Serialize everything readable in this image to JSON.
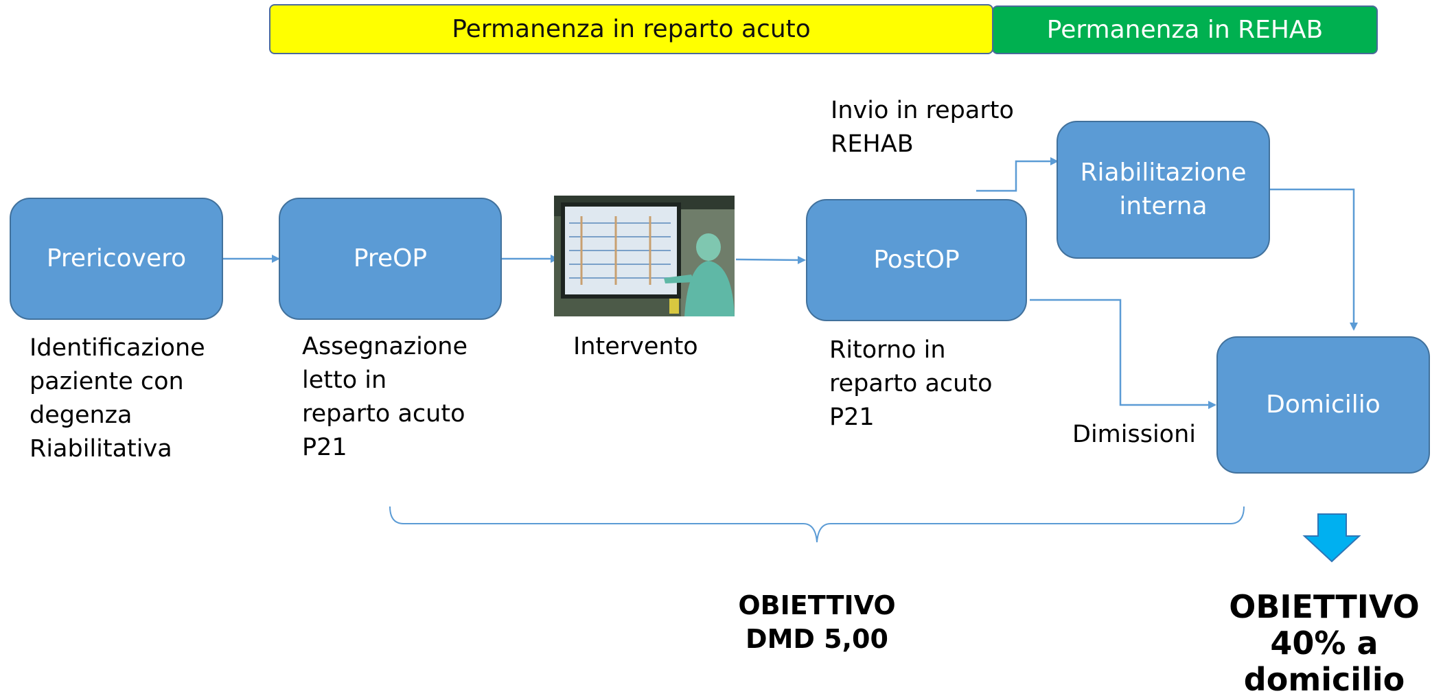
{
  "bands": {
    "acute": "Permanenza in reparto acuto",
    "rehab": "Permanenza in REHAB"
  },
  "nodes": {
    "prericovero": "Prericovero",
    "preop": "PreOP",
    "postop": "PostOP",
    "riabilitazione": "Riabilitazione\ninterna",
    "domicilio": "Domicilio"
  },
  "captions": {
    "prericovero": "Identificazione\npaziente con\ndegenza\nRiabilitativa",
    "preop": "Assegnazione\nletto in\nreparto acuto\nP21",
    "intervento": "Intervento",
    "postop": "Ritorno in\nreparto acuto\nP21",
    "invio": "Invio in reparto\nREHAB",
    "dimissioni": "Dimissioni"
  },
  "goals": {
    "dmd": "OBIETTIVO\nDMD 5,00",
    "domicilio": "OBIETTIVO\n40% a domicilio"
  },
  "colors": {
    "node_fill": "#5b9bd5",
    "node_border": "#41719c",
    "band_acute": "#ffff00",
    "band_rehab": "#00b050",
    "connector": "#5b9bd5",
    "down_arrow": "#00b0f0"
  },
  "icons": {
    "photo": "operating-room-photo",
    "down_arrow": "down-arrow-icon"
  }
}
